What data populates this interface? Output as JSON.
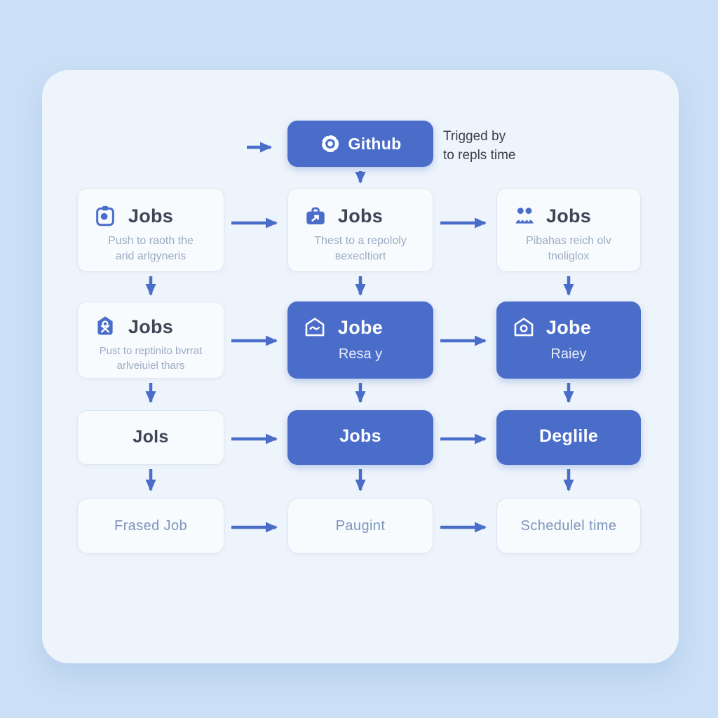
{
  "palette": {
    "page_bg": "#cbe0f6",
    "card_bg": "#eef4fb",
    "node_light_bg": "#f8fbfe",
    "node_light_border": "#dde7f2",
    "node_blue": "#4a6dca",
    "arrow": "#4a6dc9",
    "title_text": "#3e4656",
    "subtitle_text": "#9dabc4",
    "muted_label": "#7e95bb"
  },
  "header": {
    "node": {
      "label": "Github",
      "icon": "github-gear-icon"
    },
    "annotation": "Trigged by\nto repls time"
  },
  "rows": [
    {
      "cells": [
        {
          "title": "Jobs",
          "subtitle": "Push to raoth the\narid arlgyneris",
          "icon": "clipboard-icon",
          "variant": "light"
        },
        {
          "title": "Jobs",
          "subtitle": "Thest to a repololy\nʙexecltiort",
          "icon": "briefcase-icon",
          "variant": "light"
        },
        {
          "title": "Jobs",
          "subtitle": "Pibahas reich olv\ntnoliglox",
          "icon": "users-icon",
          "variant": "light"
        }
      ]
    },
    {
      "cells": [
        {
          "title": "Jobs",
          "subtitle": "Pust to reptinito bvrrat\narlveiuiel thars",
          "icon": "person-badge-icon",
          "variant": "light"
        },
        {
          "title": "Jobe",
          "subtitle": "Resa y",
          "icon": "home-scribble-icon",
          "variant": "blue"
        },
        {
          "title": "Jobe",
          "subtitle": "Raiey",
          "icon": "home-circle-icon",
          "variant": "blue"
        }
      ]
    },
    {
      "cells": [
        {
          "title": "Jols",
          "variant": "light"
        },
        {
          "title": "Jobs",
          "variant": "blue"
        },
        {
          "title": "Deglile",
          "variant": "blue"
        }
      ]
    },
    {
      "cells": [
        {
          "title": "Frased Job",
          "variant": "light"
        },
        {
          "title": "Paugint",
          "variant": "light"
        },
        {
          "title": "Schedulel time",
          "variant": "light"
        }
      ]
    }
  ]
}
